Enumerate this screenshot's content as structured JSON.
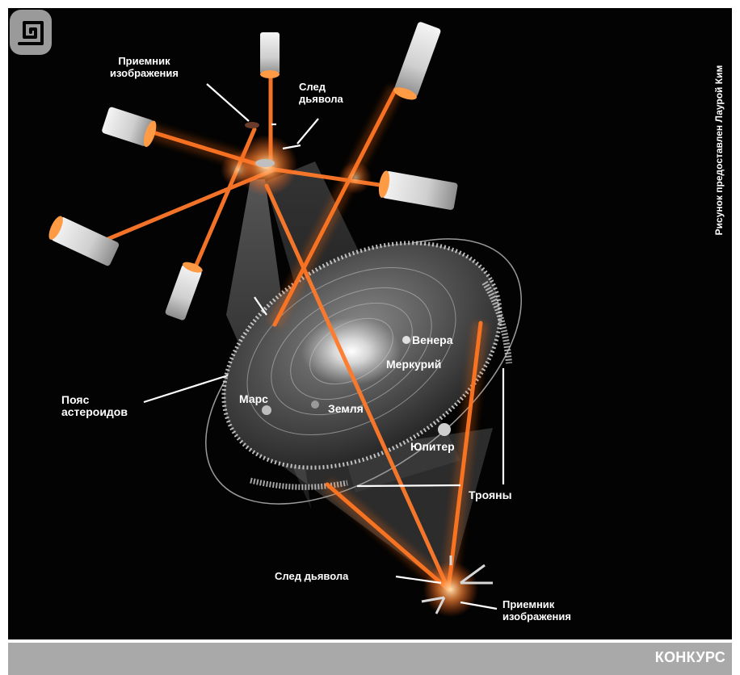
{
  "credit": "Рисунок предоставлен Лаурой Ким",
  "section": "КОНКУРС",
  "labels": {
    "receiver_top": "Приемник\nизображения",
    "devil_trail_top": "След\nдьявола",
    "venus": "Венера",
    "mercury": "Меркурий",
    "mars": "Марс",
    "earth": "Земля",
    "jupiter": "Юпитер",
    "asteroid_belt": "Пояс\nастероидов",
    "trojans": "Трояны",
    "devil_trail_bottom": "След дьявола",
    "receiver_bottom": "Приемник\nизображения"
  },
  "colors": {
    "background": "#030303",
    "beam": "#ff7a2a",
    "footer": "#a9a9a9",
    "logo": "#9a9a9a"
  },
  "icons": [
    "spiral-logo-icon"
  ]
}
